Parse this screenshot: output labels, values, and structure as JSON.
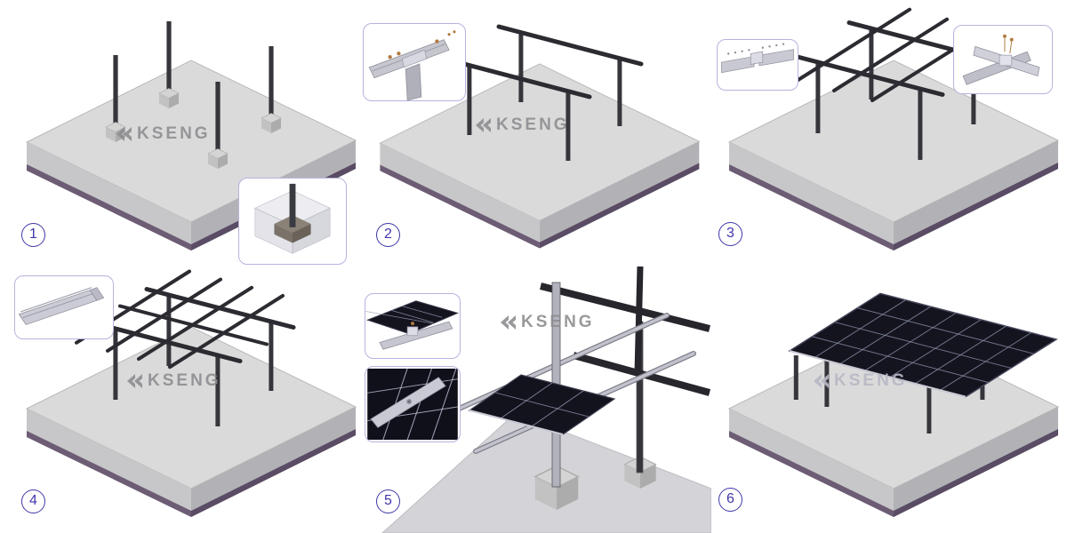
{
  "brand": {
    "watermark": "KSENG"
  },
  "steps": [
    {
      "number": "1"
    },
    {
      "number": "2"
    },
    {
      "number": "3"
    },
    {
      "number": "4"
    },
    {
      "number": "5"
    },
    {
      "number": "6"
    }
  ],
  "colors": {
    "accent": "#3f37a8",
    "inset_border": "#b8b2e0",
    "watermark_gray": "#8e8e92",
    "concrete_top": "#dadada",
    "concrete_shadow": "#6a5a72",
    "steel_dark": "#2b2b31",
    "steel_silver": "#c6c6cf",
    "solar_panel": "#14141f"
  }
}
